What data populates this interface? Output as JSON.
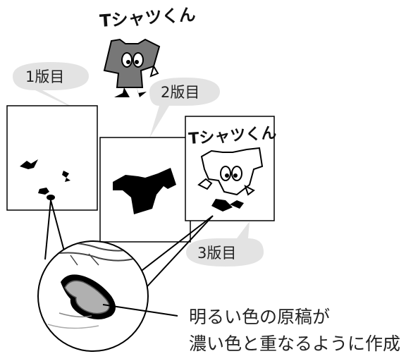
{
  "logo_text": "Tシャツくん",
  "plates": [
    {
      "label": "1版目"
    },
    {
      "label": "2版目"
    },
    {
      "label": "3版目"
    }
  ],
  "caption": {
    "line1": "明るい色の原稿が",
    "line2": "濃い色と重なるように作成"
  },
  "colors": {
    "bubble": "#e3e3e3",
    "shirt_gray": "#777777",
    "ink": "#000000",
    "highlight": "#b0b0b0"
  }
}
